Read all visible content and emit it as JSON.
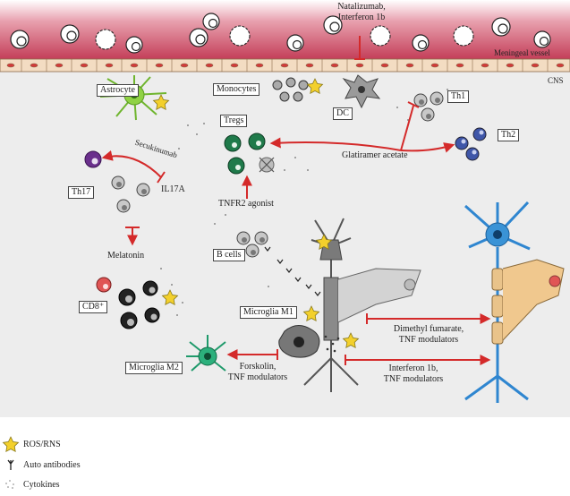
{
  "labels": {
    "meningeal_vessel": "Meningeal vessel",
    "cns": "CNS",
    "natalizumab": "Natalizumab,",
    "interferon_1b_top": "Interferon 1b",
    "astrocyte": "Astrocyte",
    "monocytes": "Monocytes",
    "dc": "DC",
    "th1": "Th1",
    "th2": "Th2",
    "tregs": "Tregs",
    "glatiramer": "Glatiramer acetate",
    "secukinumab": "Secukinumab",
    "il17a": "IL17A",
    "th17": "Th17",
    "tnfr2": "TNFR2 agonist",
    "melatonin": "Melatonin",
    "b_cells": "B cells",
    "cd8": "CD8⁺",
    "microglia_m1": "Microglia M1",
    "microglia_m2": "Microglia M2",
    "forskolin_1": "Forskolin,",
    "forskolin_2": "TNF modulators",
    "dmf_1": "Dimethyl fumarate,",
    "dmf_2": "TNF modulators",
    "ifn_1": "Interferon 1b,",
    "ifn_2": "TNF modulators"
  },
  "legend": [
    {
      "icon": "star-icon",
      "label": "ROS/RNS"
    },
    {
      "icon": "antibody-icon",
      "label": "Auto antibodies"
    },
    {
      "icon": "cytokine-dots-icon",
      "label": "Cytokines"
    }
  ],
  "colors": {
    "arrow": "#d42a2a",
    "vessel": "#c9415a",
    "cns_bg": "#ededed",
    "astrocyte": "#7ec83a",
    "microglia_m2": "#1f9a6b",
    "treg": "#1f7a4a",
    "th2": "#3f56a8",
    "th17": "#6a2f8c",
    "cd8": "#d84a4a",
    "neuron": "#3a93d6",
    "myelin": "#e9c38a",
    "star": "#f3d02c"
  }
}
